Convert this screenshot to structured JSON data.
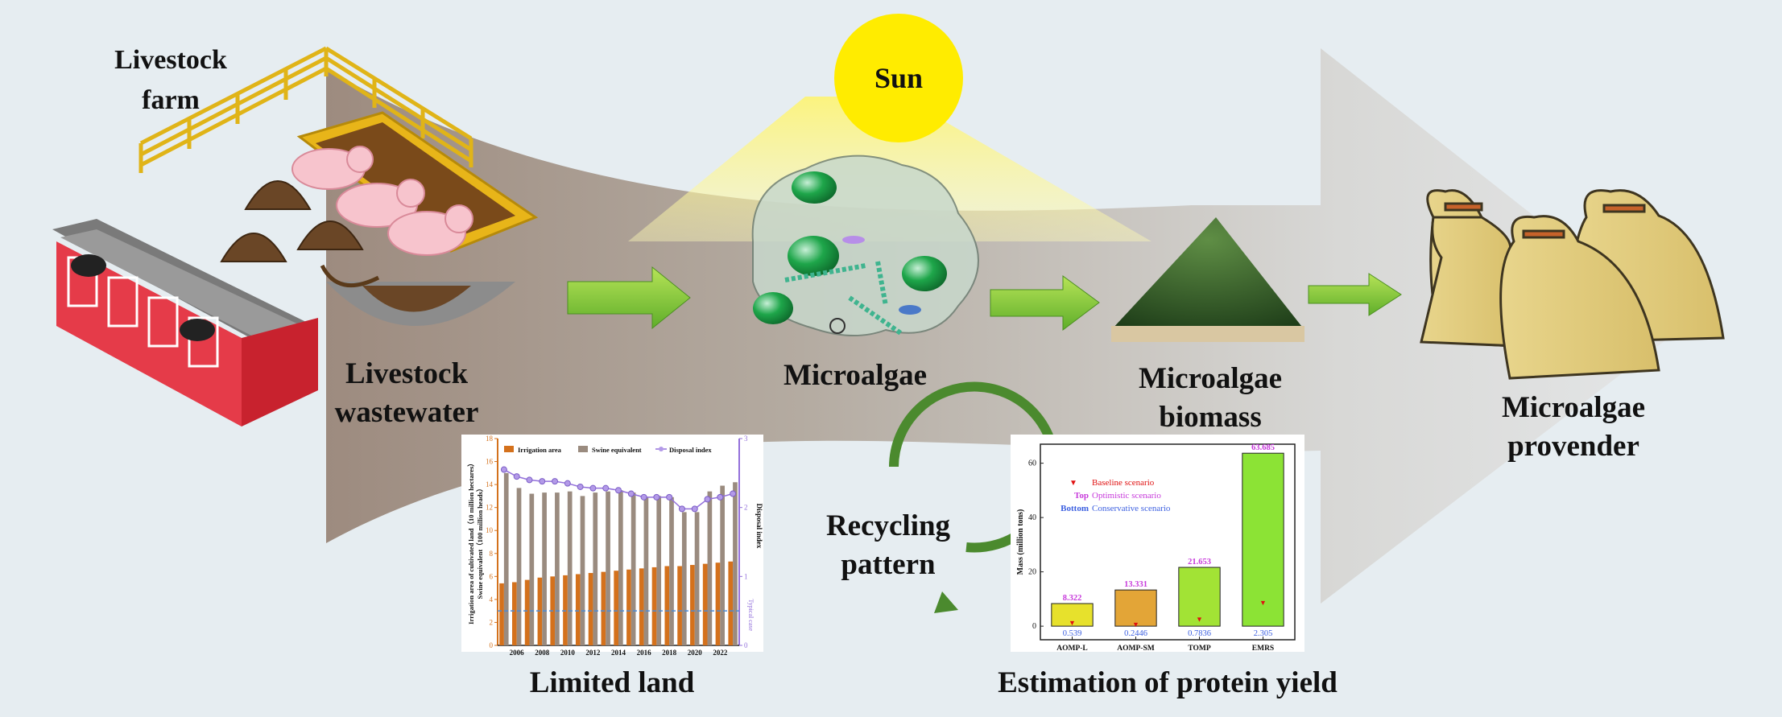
{
  "labels": {
    "livestock_farm": [
      "Livestock",
      "farm"
    ],
    "livestock_wastewater": [
      "Livestock",
      "wastewater"
    ],
    "sun": "Sun",
    "microalgae": "Microalgae",
    "microalgae_biomass": [
      "Microalgae",
      "biomass"
    ],
    "microalgae_provender": [
      "Microalgae",
      "provender"
    ],
    "recycling_pattern": [
      "Recycling",
      "pattern"
    ],
    "limited_land": "Limited land",
    "estimation_title": "Estimation of protein yield"
  },
  "chart_data": [
    {
      "type": "bar",
      "title": "",
      "x_tick_labels": [
        "2006",
        "2008",
        "2010",
        "2012",
        "2014",
        "2016",
        "2018",
        "2020",
        "2022"
      ],
      "years": [
        2005,
        2006,
        2007,
        2008,
        2009,
        2010,
        2011,
        2012,
        2013,
        2014,
        2015,
        2016,
        2017,
        2018,
        2019,
        2020,
        2021,
        2022,
        2023
      ],
      "ylabel_left": "Irrigation area of cultivated land（10 million hectares）\nSwine equivalent（100 million heads）",
      "ylabel_right": "Disposal index",
      "right_annotation": "Typical case",
      "ylim_left": [
        0,
        18
      ],
      "ylim_right": [
        0,
        3
      ],
      "left_ticks": [
        "0",
        "2",
        "4",
        "6",
        "8",
        "10",
        "12",
        "14",
        "16",
        "18"
      ],
      "right_ticks": [
        "0",
        "1",
        "2",
        "3"
      ],
      "series": [
        {
          "name": "Irrigation area",
          "color": "#d4711c",
          "values": [
            5.4,
            5.5,
            5.7,
            5.9,
            6.0,
            6.1,
            6.2,
            6.3,
            6.4,
            6.5,
            6.6,
            6.7,
            6.8,
            6.9,
            6.9,
            7.0,
            7.1,
            7.2,
            7.3
          ]
        },
        {
          "name": "Swine equivalent",
          "color": "#9a8b7f",
          "values": [
            15.0,
            13.7,
            13.2,
            13.3,
            13.3,
            13.4,
            13.0,
            13.3,
            13.4,
            13.5,
            13.3,
            12.9,
            13.0,
            12.9,
            11.6,
            11.6,
            13.4,
            13.9,
            14.2
          ]
        },
        {
          "name": "Disposal index",
          "color": "#9370db",
          "values": [
            2.55,
            2.45,
            2.4,
            2.38,
            2.38,
            2.35,
            2.3,
            2.28,
            2.28,
            2.25,
            2.2,
            2.15,
            2.15,
            2.15,
            1.98,
            1.98,
            2.12,
            2.15,
            2.2
          ]
        }
      ],
      "reference_line": {
        "label": "Typical case",
        "value": 0.5,
        "color": "#4a8bd6"
      }
    },
    {
      "type": "bar",
      "title": "",
      "categories": [
        "AOMP-L",
        "AOMP-SM",
        "TOMP",
        "EMRS"
      ],
      "ylabel": "Mass (million tons)",
      "ylim": [
        -5,
        67
      ],
      "y_ticks": [
        "0",
        "20",
        "40",
        "60"
      ],
      "top_values": [
        8.322,
        13.331,
        21.653,
        63.685
      ],
      "top_labels": [
        "8.322",
        "13.331",
        "21.653",
        "63.685"
      ],
      "bottom_values": [
        0.539,
        0.2446,
        0.7836,
        2.305
      ],
      "bottom_labels": [
        "0.539",
        "0.2446",
        "0.7836",
        "2.305"
      ],
      "baseline_markers": [
        1.5,
        1.0,
        2.8,
        8.9
      ],
      "bar_colors": [
        "#e7e12c",
        "#e3a537",
        "#a2e335",
        "#8ce335"
      ],
      "legend": [
        {
          "marker": "▼",
          "marker_color": "#e01010",
          "prefix": "",
          "text": "Baseline scenario",
          "color": "#e01010"
        },
        {
          "marker": "",
          "prefix": "Top",
          "text": "Optimistic scenario",
          "color": "#c73adb"
        },
        {
          "marker": "",
          "prefix": "Bottom",
          "text": "Conservative scenario",
          "color": "#3b5fe0"
        }
      ]
    }
  ]
}
